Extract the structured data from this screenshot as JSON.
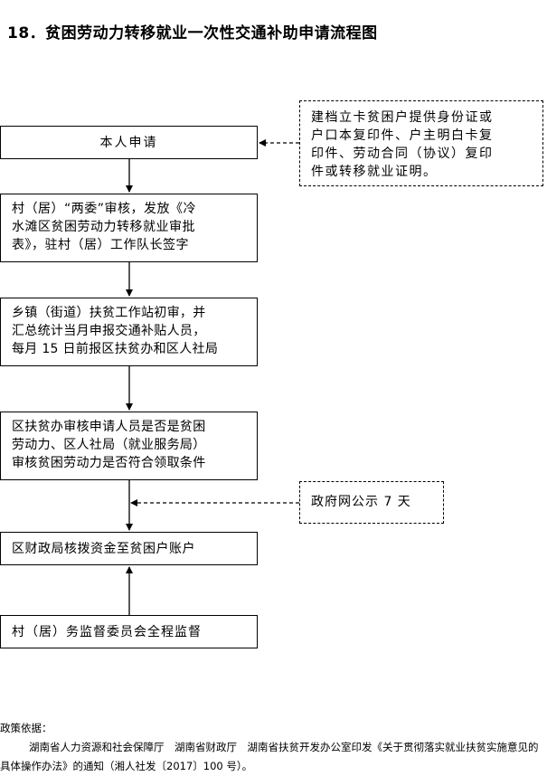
{
  "title": "18．贫困劳动力转移就业一次性交通补助申请流程图",
  "steps": [
    {
      "lines": [
        "本人申请"
      ]
    },
    {
      "lines": [
        "村（居）“两委”审核，发放《冷",
        "水滩区贫困劳动力转移就业审批",
        "表》，驻村（居）工作队长签字"
      ]
    },
    {
      "lines": [
        "乡镇（街道）扶贫工作站初审，并",
        "汇总统计当月申报交通补贴人员，",
        "每月 15 日前报区扶贫办和区人社局"
      ]
    },
    {
      "lines": [
        "区扶贫办审核申请人员是否是贫困",
        "劳动力、区人社局（就业服务局）",
        "审核贫困劳动力是否符合领取条件"
      ]
    },
    {
      "lines": [
        "区财政局核拨资金至贫困户账户"
      ]
    },
    {
      "lines": [
        "村（居）务监督委员会全程监督"
      ]
    }
  ],
  "side_notes": [
    {
      "lines": [
        "建档立卡贫困户提供身份证或",
        "户口本复印件、户主明白卡复",
        "印件、劳动合同（协议）复印",
        "件或转移就业证明。"
      ]
    },
    {
      "lines": [
        "政府网公示 7 天"
      ]
    }
  ],
  "policy": {
    "heading": "政策依据：",
    "text": "湖南省人力资源和社会保障厅　湖南省财政厅　湖南省扶贫开发办公室印发《关于贯彻落实就业扶贫实施意见的具体操作办法》的通知（湘人社发〔2017〕100 号）。"
  }
}
